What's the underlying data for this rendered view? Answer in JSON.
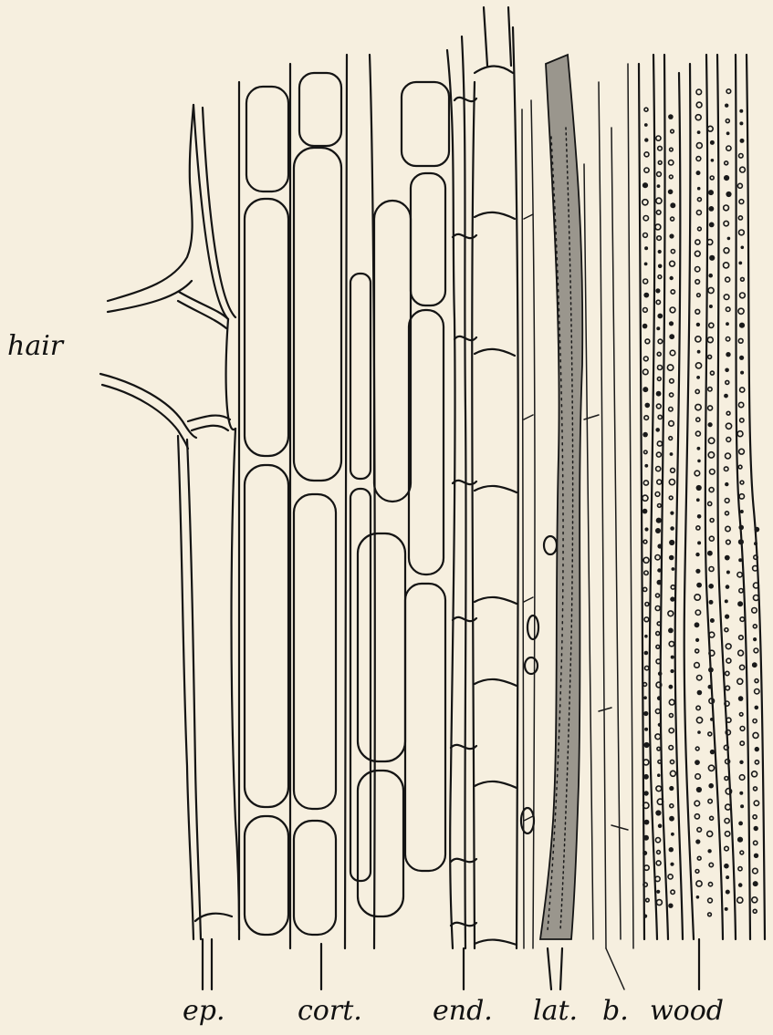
{
  "labels": {
    "hair": "hair",
    "ep": "ep.",
    "cort": "cort.",
    "end": "end.",
    "lat": "lat.",
    "b": "b.",
    "wood": "wood"
  },
  "colors": {
    "paper": "#f6efdf",
    "ink": "#141414"
  }
}
